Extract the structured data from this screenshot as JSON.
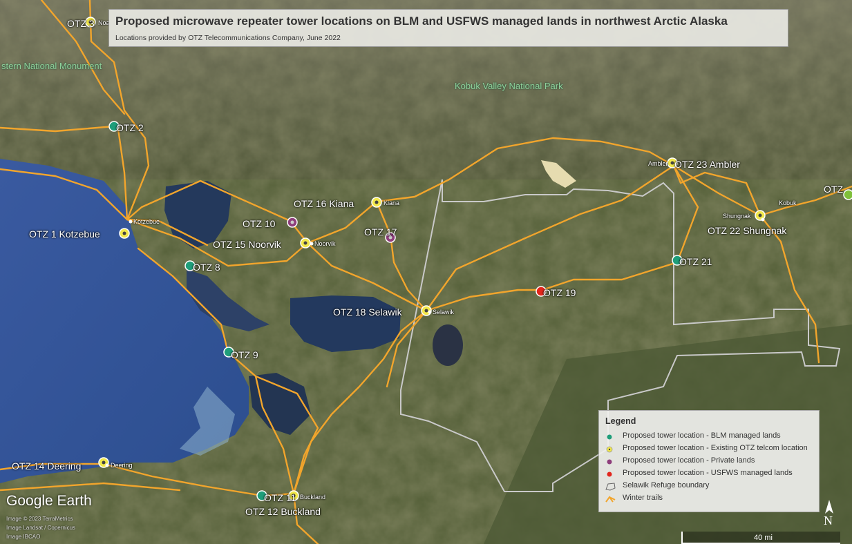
{
  "title": "Proposed microwave repeater tower locations on BLM and USFWS managed lands in northwest Arctic Alaska",
  "subtitle": "Locations provided by OTZ Telecommunications Company, June 2022",
  "colors": {
    "blm": "#1f9e7a",
    "existing": "#f2e84b",
    "private": "#8e3e7c",
    "usfws": "#e2261d",
    "trail": "#f2a52c",
    "boundary": "#c9c9c9"
  },
  "legend": {
    "title": "Legend",
    "items": [
      {
        "label": "Proposed tower location - BLM managed lands",
        "icon": "teal-dot-icon"
      },
      {
        "label": "Proposed tower location - Existing OTZ telcom location",
        "icon": "yellow-dot-icon"
      },
      {
        "label": "Proposed tower location - Private lands",
        "icon": "purple-dot-icon"
      },
      {
        "label": "Proposed tower location - USFWS managed lands",
        "icon": "red-dot-icon"
      },
      {
        "label": "Selawik Refuge boundary",
        "icon": "boundary-outline-icon"
      },
      {
        "label": "Winter trails",
        "icon": "trail-icon"
      }
    ]
  },
  "towers": [
    {
      "label": "OTZ 3",
      "type": "existing"
    },
    {
      "label": "OTZ 2",
      "type": "blm"
    },
    {
      "label": "OTZ 1 Kotzebue",
      "type": "existing"
    },
    {
      "label": "OTZ 8",
      "type": "blm"
    },
    {
      "label": "OTZ 10",
      "type": "private"
    },
    {
      "label": "OTZ 15 Noorvik",
      "type": "existing"
    },
    {
      "label": "OTZ 16 Kiana",
      "type": "existing"
    },
    {
      "label": "OTZ 17",
      "type": "private"
    },
    {
      "label": "OTZ 18 Selawik",
      "type": "existing"
    },
    {
      "label": "OTZ 9",
      "type": "blm"
    },
    {
      "label": "OTZ 19",
      "type": "usfws"
    },
    {
      "label": "OTZ 21",
      "type": "blm"
    },
    {
      "label": "OTZ 23 Ambler",
      "type": "existing"
    },
    {
      "label": "OTZ 22 Shungnak",
      "type": "existing"
    },
    {
      "label": "OTZ 14 Deering",
      "type": "existing"
    },
    {
      "label": "OTZ 11",
      "type": "blm"
    },
    {
      "label": "OTZ 12 Buckland",
      "type": "existing"
    },
    {
      "label": "OTZ",
      "type": "blm"
    }
  ],
  "places": [
    "Noatak",
    "Kotzebue",
    "Noorvik",
    "Kiana",
    "Selawik",
    "Ambler",
    "Shungnak",
    "Kobuk",
    "Deering",
    "Buckland"
  ],
  "parks": [
    "stern National Monument",
    "Kobuk Valley National Park"
  ],
  "branding": {
    "logo": "Google Earth"
  },
  "credits": [
    "Image © 2023 TerraMetrics",
    "Image Landsat / Copernicus",
    "Image IBCAO"
  ],
  "north_label": "N",
  "scale_label": "40 mi"
}
